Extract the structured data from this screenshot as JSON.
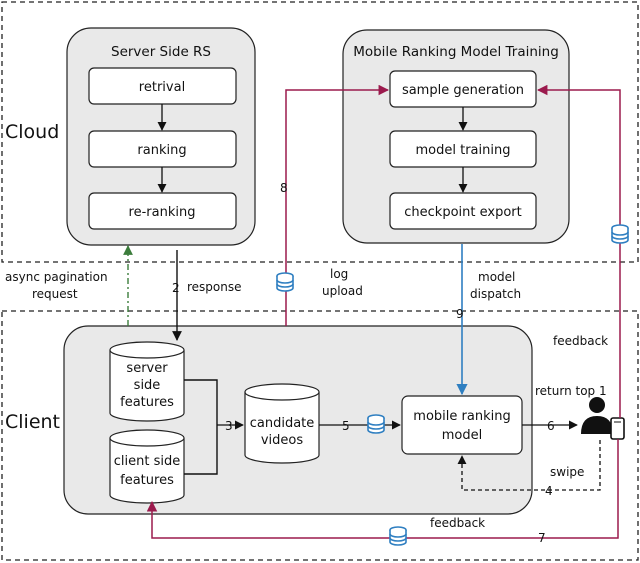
{
  "zones": {
    "cloud": "Cloud",
    "client": "Client"
  },
  "server_rs": {
    "title": "Server Side RS",
    "boxes": [
      "retrival",
      "ranking",
      "re-ranking"
    ]
  },
  "mobile_training": {
    "title": "Mobile Ranking Model Training",
    "boxes": [
      "sample generation",
      "model training",
      "checkpoint export"
    ]
  },
  "client": {
    "server_features": [
      "server",
      "side",
      "features"
    ],
    "client_features": [
      "client side",
      "features"
    ],
    "candidate_videos": [
      "candidate",
      "videos"
    ],
    "ranking_model": [
      "mobile ranking",
      "model"
    ]
  },
  "labels": {
    "async": [
      "async pagination",
      "request"
    ],
    "response": "response",
    "log_upload": [
      "log",
      "upload"
    ],
    "model_dispatch": [
      "model",
      "dispatch"
    ],
    "feedback_top": "feedback",
    "return_top": "return top 1",
    "swipe": "swipe",
    "feedback_bottom": "feedback"
  },
  "step_numbers": {
    "n2": "2",
    "n3": "3",
    "n4": "4",
    "n5": "5",
    "n6": "6",
    "n7": "7",
    "n8": "8",
    "n9": "9"
  },
  "colors": {
    "crimson": "#9b1a4d",
    "blue": "#2f7fc1",
    "green": "#3c7d3c",
    "panel": "#e9e9e9",
    "border": "#222222"
  }
}
